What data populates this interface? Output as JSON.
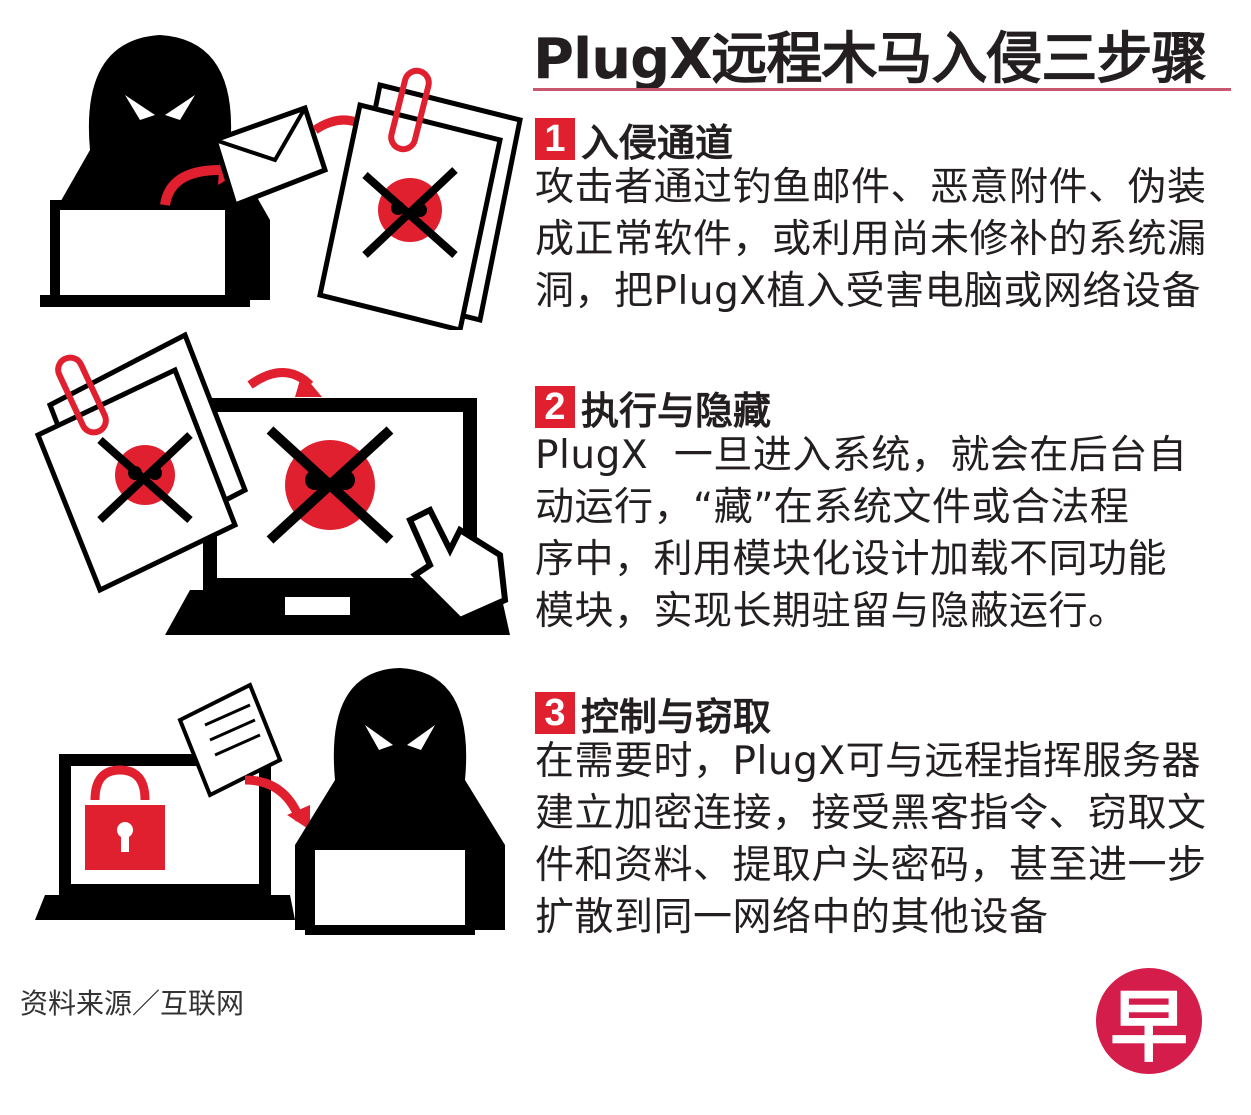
{
  "title": "PlugX远程木马入侵三步骤",
  "steps": [
    {
      "number": "1",
      "heading": "入侵通道",
      "lines": [
        "攻击者通过钓鱼邮件、恶意附件、伪装",
        "成正常软件，或利用尚未修补的系统漏",
        "洞，把PlugX植入受害电脑或网络设备"
      ]
    },
    {
      "number": "2",
      "heading": "执行与隐藏",
      "lines": [
        "PlugX  一旦进入系统，就会在后台自",
        "动运行，“藏”在系统文件或合法程",
        "序中，利用模块化设计加载不同功能",
        "模块，实现长期驻留与隐蔽运行。"
      ]
    },
    {
      "number": "3",
      "heading": "控制与窃取",
      "lines": [
        "在需要时，PlugX可与远程指挥服务器",
        "建立加密连接，接受黑客指令、窃取文",
        "件和资料、提取户头密码，甚至进一步",
        "扩散到同一网络中的其他设备"
      ]
    }
  ],
  "source": "资料来源／互联网",
  "logo": "早",
  "colors": {
    "accent": "#e0202f",
    "rule": "#c8566e",
    "logo": "#d51d4c",
    "text": "#231f20"
  }
}
